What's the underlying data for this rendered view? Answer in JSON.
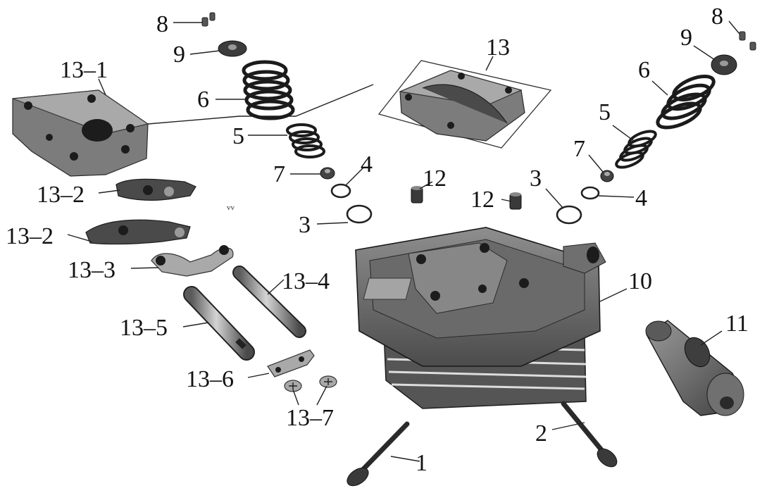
{
  "callouts": {
    "c1": "1",
    "c2": "2",
    "c3a": "3",
    "c3b": "3",
    "c4a": "4",
    "c4b": "4",
    "c5a": "5",
    "c5b": "5",
    "c6a": "6",
    "c6b": "6",
    "c7a": "7",
    "c7b": "7",
    "c8a": "8",
    "c8b": "8",
    "c9a": "9",
    "c9b": "9",
    "c10": "10",
    "c11": "11",
    "c12a": "12",
    "c12b": "12",
    "c13": "13",
    "c13_1": "13–1",
    "c13_2a": "13–2",
    "c13_2b": "13–2",
    "c13_3": "13–3",
    "c13_4": "13–4",
    "c13_5": "13–5",
    "c13_6": "13–6",
    "c13_7": "13–7"
  },
  "stray_mark": "vv"
}
